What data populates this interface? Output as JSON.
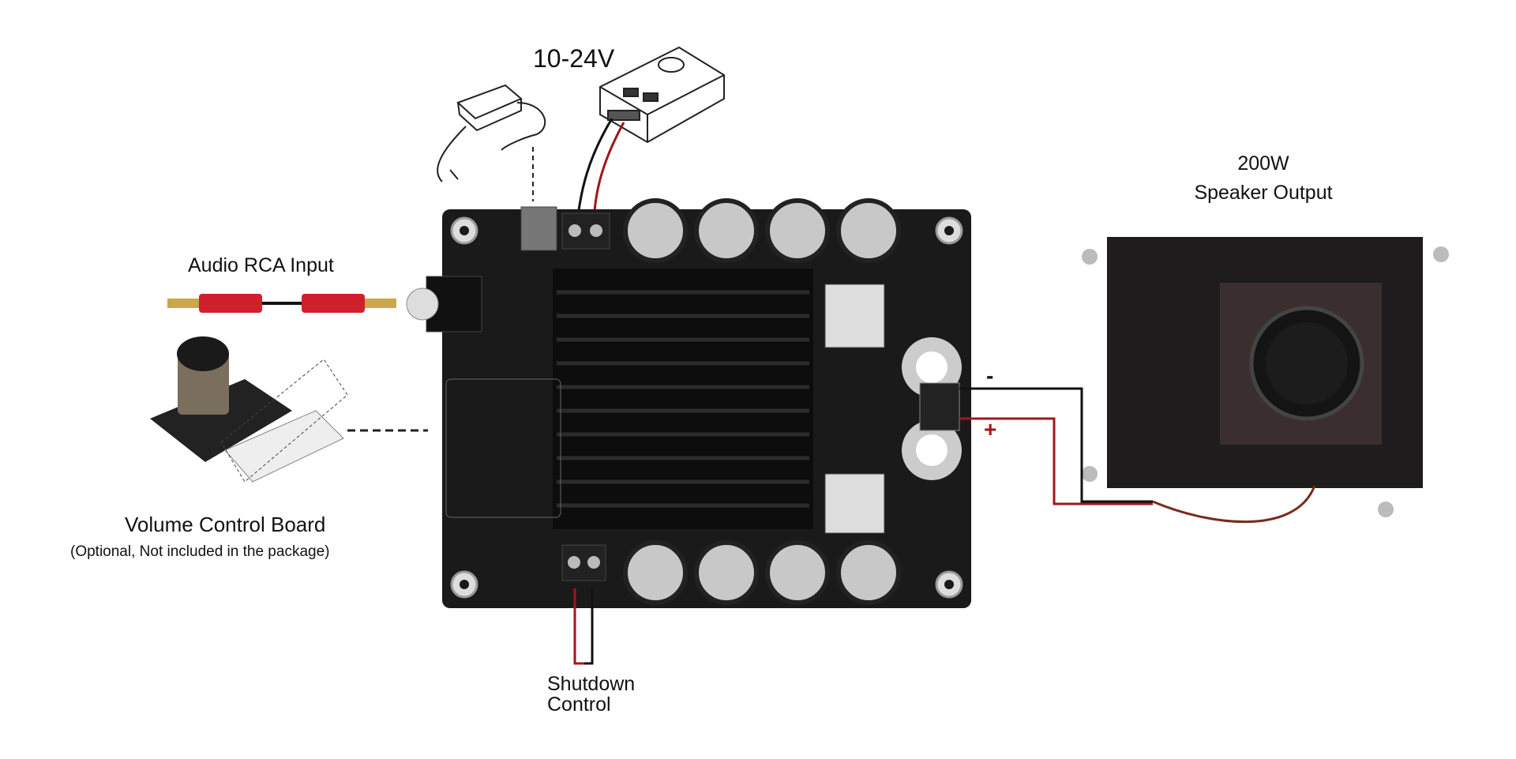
{
  "labels": {
    "power_voltage": "10-24V",
    "speaker_power": "200W",
    "speaker_output": "Speaker Output",
    "audio_input": "Audio RCA Input",
    "volume_board": "Volume Control Board",
    "volume_note": "(Optional, Not included in the package)",
    "shutdown_line1": "Shutdown",
    "shutdown_line2": "Control",
    "minus": "-",
    "plus": "+"
  },
  "colors": {
    "board": "#1a1a1a",
    "heatsink": "#101010",
    "wire_red": "#a01818",
    "wire_black": "#111111",
    "rca_red": "#d0202c"
  }
}
